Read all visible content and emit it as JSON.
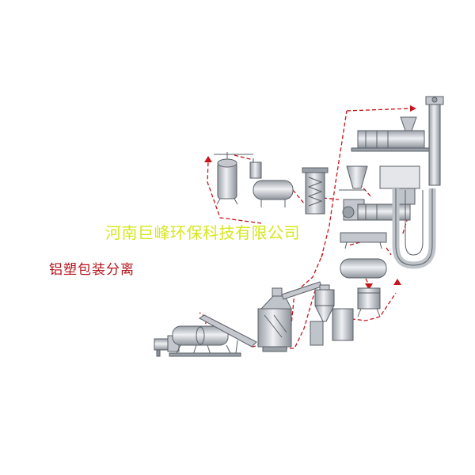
{
  "diagram": {
    "title": "铝塑包装分离",
    "watermark": "河南巨峰环保科技有限公司",
    "colors": {
      "flow_line": "#c8141c",
      "equipment_fill": "#d4d8de",
      "equipment_stroke": "#5a5f66",
      "watermark": "#d6e81a",
      "title": "#b3121a"
    }
  },
  "equipment": [
    {
      "name": "crusher-feeder"
    },
    {
      "name": "rotary-drum"
    },
    {
      "name": "inclined-conveyor"
    },
    {
      "name": "hydropulper-tower"
    },
    {
      "name": "screw-elevator"
    },
    {
      "name": "cyclone-separator"
    },
    {
      "name": "collection-hopper"
    },
    {
      "name": "storage-tank"
    },
    {
      "name": "reactor-vessel-tall"
    },
    {
      "name": "reactor-vessel-small"
    },
    {
      "name": "horizontal-tank"
    },
    {
      "name": "coil-column"
    },
    {
      "name": "feeder-cyclone"
    },
    {
      "name": "screw-extruder"
    },
    {
      "name": "pelletizer-extruder"
    },
    {
      "name": "vertical-bucket-elevator"
    },
    {
      "name": "u-loop-dryer"
    },
    {
      "name": "cooling-tray"
    },
    {
      "name": "control-cabinet"
    }
  ]
}
